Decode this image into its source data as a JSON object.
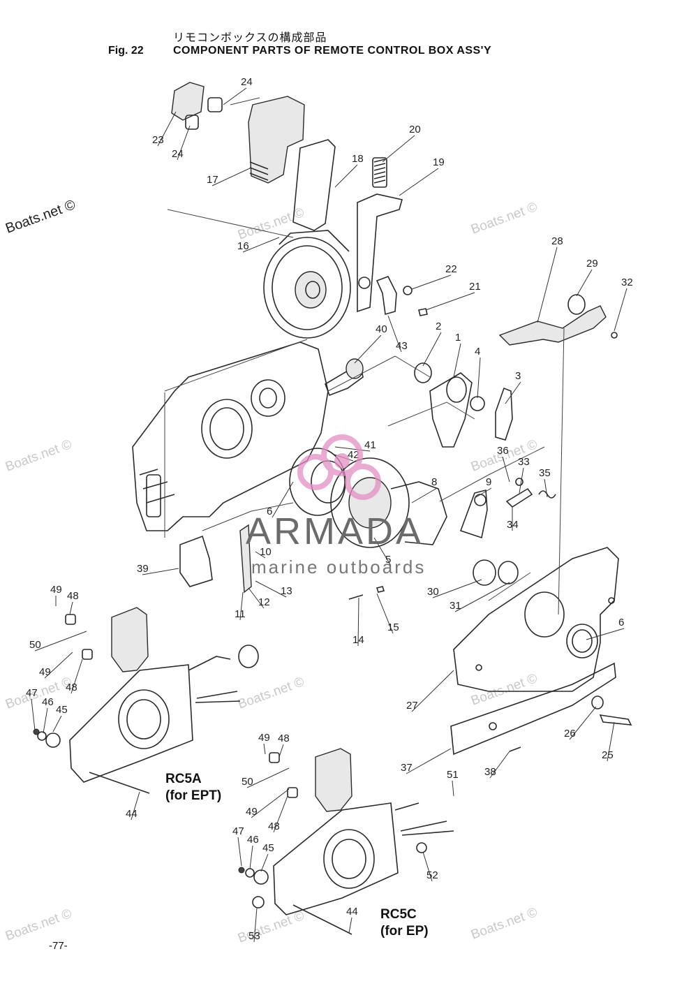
{
  "header": {
    "jp_title": "リモコンボックスの構成部品",
    "fig_label": "Fig. 22",
    "en_title": "COMPONENT PARTS OF REMOTE CONTROL BOX ASS'Y"
  },
  "models": [
    {
      "code": "RC5A",
      "desc": "(for EPT)"
    },
    {
      "code": "RC5C",
      "desc": "(for EP)"
    }
  ],
  "watermarks": {
    "main": "Boats.net ©",
    "faint": "Boats.net ©"
  },
  "logo": {
    "brand": "ARMADA",
    "tagline": "marine outboards",
    "accent_color": "#e38fc4"
  },
  "page_number": "-77-",
  "callouts": [
    "24",
    "23",
    "24",
    "17",
    "20",
    "18",
    "19",
    "16",
    "28",
    "29",
    "32",
    "22",
    "21",
    "40",
    "43",
    "2",
    "1",
    "4",
    "3",
    "41",
    "42",
    "36",
    "33",
    "35",
    "6",
    "8",
    "9",
    "34",
    "39",
    "10",
    "5",
    "13",
    "12",
    "11",
    "30",
    "31",
    "49",
    "48",
    "50",
    "49",
    "48",
    "14",
    "15",
    "6",
    "47",
    "46",
    "45",
    "27",
    "26",
    "25",
    "44",
    "49",
    "48",
    "50",
    "49",
    "48",
    "37",
    "38",
    "51",
    "47",
    "46",
    "45",
    "52",
    "44",
    "53"
  ]
}
